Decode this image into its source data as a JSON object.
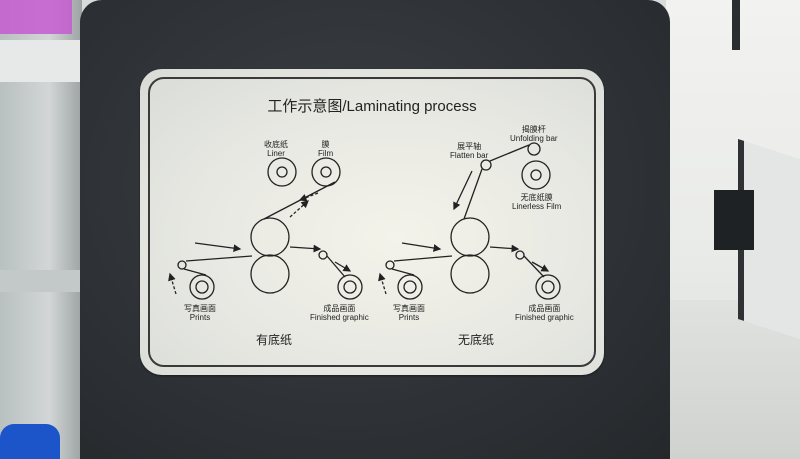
{
  "plate": {
    "title": "工作示意图/Laminating process",
    "left_section": "有底纸",
    "right_section": "无底纸",
    "left": {
      "liner_cn": "收底纸",
      "liner_en": "Liner",
      "film_cn": "膜",
      "film_en": "Film",
      "prints_cn": "写真画面",
      "prints_en": "Prints",
      "finished_cn": "成品画面",
      "finished_en": "Finished graphic"
    },
    "right": {
      "flatten_cn": "展平轴",
      "flatten_en": "Flatten bar",
      "unfolding_cn": "揭膜杆",
      "unfolding_en": "Unfolding bar",
      "linerless_cn": "无底纸膜",
      "linerless_en": "Linerless  Film",
      "prints_cn": "写真画面",
      "prints_en": "Prints",
      "finished_cn": "成品画面",
      "finished_en": "Finished graphic"
    }
  }
}
